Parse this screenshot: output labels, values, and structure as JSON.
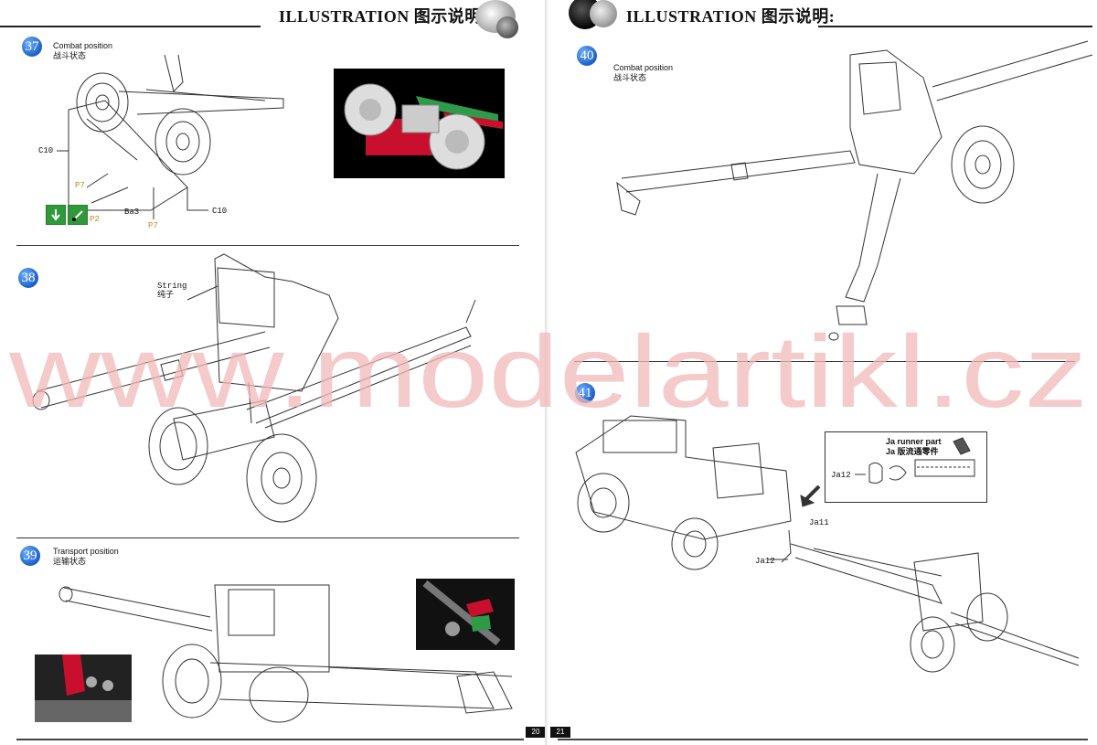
{
  "header": {
    "title_en": "ILLUSTRATION",
    "title_cn": "图示说明:"
  },
  "watermark": "www.modelartikl.cz",
  "left_page": {
    "page_number": "20",
    "steps": [
      {
        "number": "37",
        "caption_en": "Combat position",
        "caption_cn": "战斗状态",
        "labels": [
          "C10",
          "P7",
          "P2",
          "Ba3",
          "P7",
          "C10"
        ]
      },
      {
        "number": "38",
        "labels": [
          "String",
          "纯子"
        ]
      },
      {
        "number": "39",
        "caption_en": "Transport position",
        "caption_cn": "运输状态"
      }
    ]
  },
  "right_page": {
    "page_number": "21",
    "steps": [
      {
        "number": "40",
        "caption_en": "Combat position",
        "caption_cn": "战斗状态"
      },
      {
        "number": "41",
        "inset_title_en": "Ja runner part",
        "inset_title_cn": "Ja 版流通零件",
        "labels": [
          "Ja12",
          "Ja11",
          "Ja12"
        ]
      }
    ]
  },
  "colors": {
    "step_badge": "#1a5fc8",
    "part_label": "#c8851a",
    "watermark": "#f2b8b8",
    "highlight_red": "#c8102e",
    "highlight_green": "#2e9a4a"
  }
}
